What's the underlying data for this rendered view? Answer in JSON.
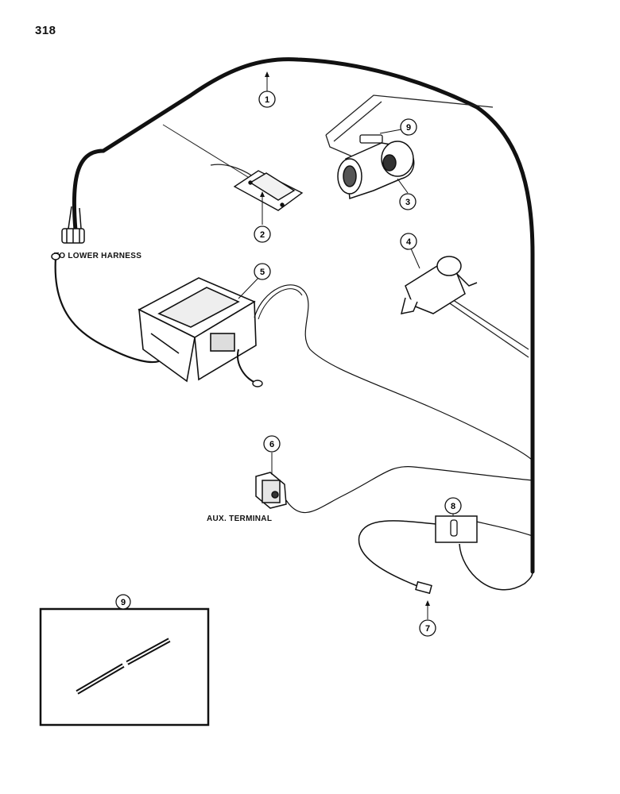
{
  "page_number": "318",
  "labels": {
    "to_lower_harness": "TO LOWER HARNESS",
    "aux_terminal": "AUX. TERMINAL"
  },
  "callouts": {
    "c1": "1",
    "c2": "2",
    "c3": "3",
    "c4": "4",
    "c5": "5",
    "c6": "6",
    "c7": "7",
    "c8": "8",
    "c9_top": "9",
    "c9_box": "9"
  }
}
